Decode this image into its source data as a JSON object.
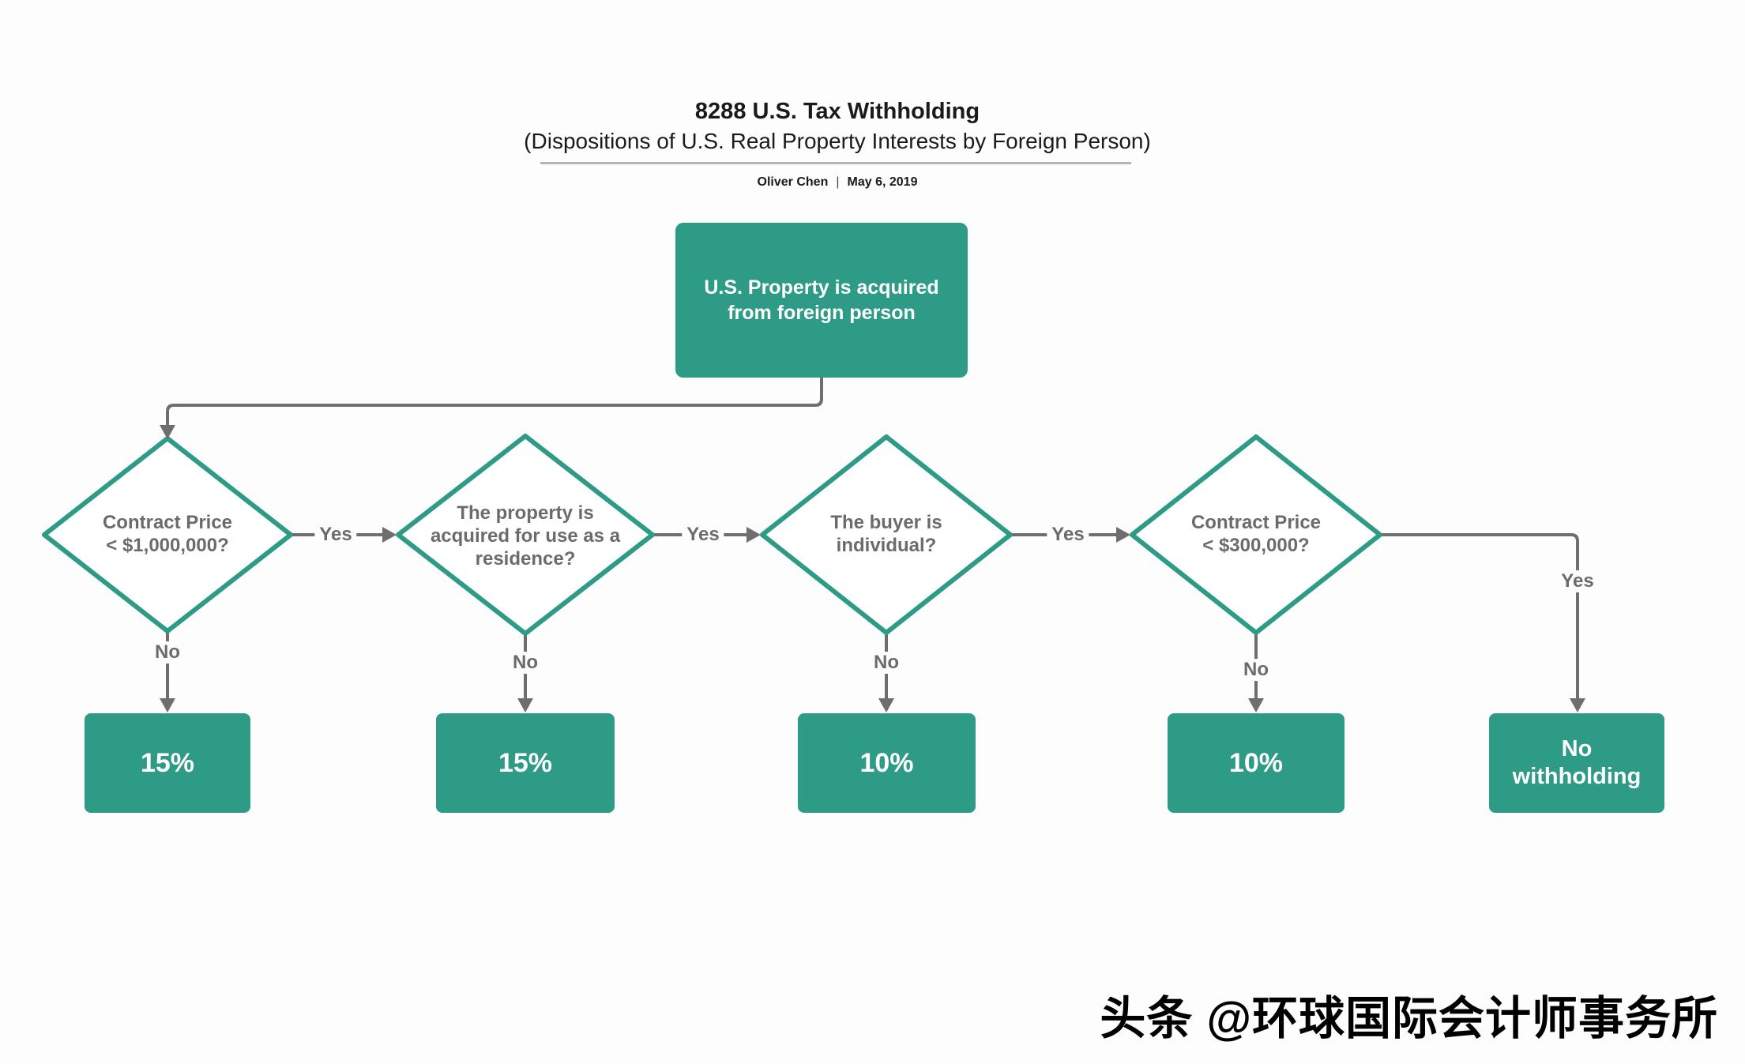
{
  "header": {
    "title": "8288 U.S. Tax Withholding",
    "subtitle": "(Dispositions of U.S. Real Property Interests by Foreign Person)",
    "author": "Oliver Chen",
    "separator": "|",
    "date": "May 6, 2019"
  },
  "flowchart": {
    "start": {
      "label": "U.S. Property is acquired\nfrom foreign person"
    },
    "decisions": [
      {
        "label": "Contract Price\n< $1,000,000?"
      },
      {
        "label": "The property is\nacquired for use as a\nresidence?"
      },
      {
        "label": "The buyer is\nindividual?"
      },
      {
        "label": "Contract Price\n< $300,000?"
      }
    ],
    "edge_labels": {
      "yes": "Yes",
      "no": "No"
    },
    "results": [
      {
        "label": "15%"
      },
      {
        "label": "15%"
      },
      {
        "label": "10%"
      },
      {
        "label": "10%"
      },
      {
        "label": "No\nwithholding"
      }
    ]
  },
  "colors": {
    "node_green": "#2E9B86",
    "connector_gray": "#6E6E6E",
    "decision_text_gray": "#6B6B6B",
    "divider_gray": "#B5B5B5",
    "title_black": "#1A1A1A"
  },
  "watermark": "头条 @环球国际会计师事务所"
}
